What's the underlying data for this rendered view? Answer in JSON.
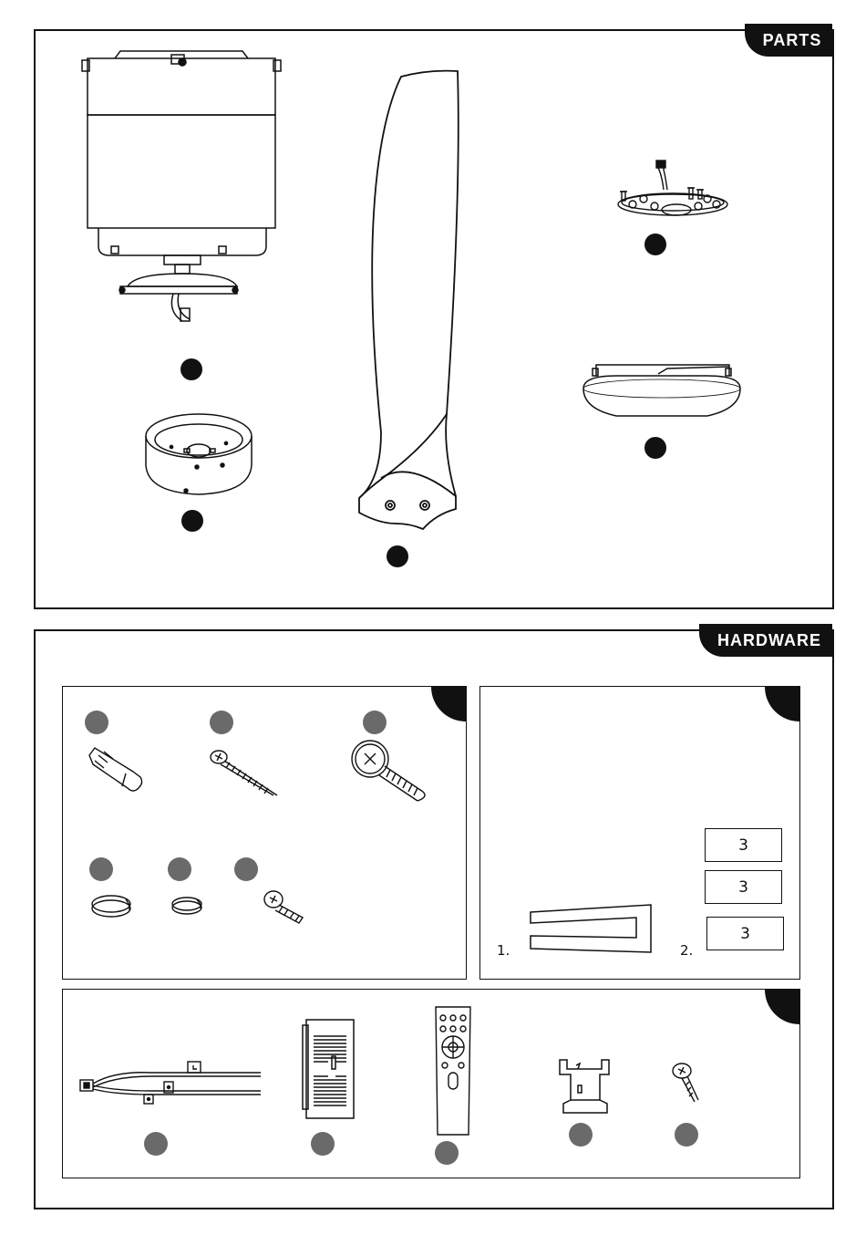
{
  "sections": {
    "parts_label": "PARTS",
    "hardware_label": "HARDWARE"
  },
  "blade_bracket_kit": {
    "step_labels": [
      "1.",
      "2."
    ],
    "quantities": [
      "3",
      "3",
      "3"
    ]
  },
  "icons": [
    "motor-assembly-icon",
    "fan-blade-icon",
    "led-light-kit-icon",
    "light-cover-icon",
    "canopy-icon",
    "wall-plug-icon",
    "wood-screw-icon",
    "blade-bolt-icon",
    "spring-washer-large-icon",
    "spring-washer-small-icon",
    "machine-screw-icon",
    "wire-harness-icon",
    "receiver-icon",
    "remote-control-icon",
    "remote-holder-icon",
    "holder-screw-icon",
    "blade-bracket-icon"
  ],
  "colors": {
    "ink": "#111111",
    "label_marker_grey": "#6a6a6a"
  }
}
